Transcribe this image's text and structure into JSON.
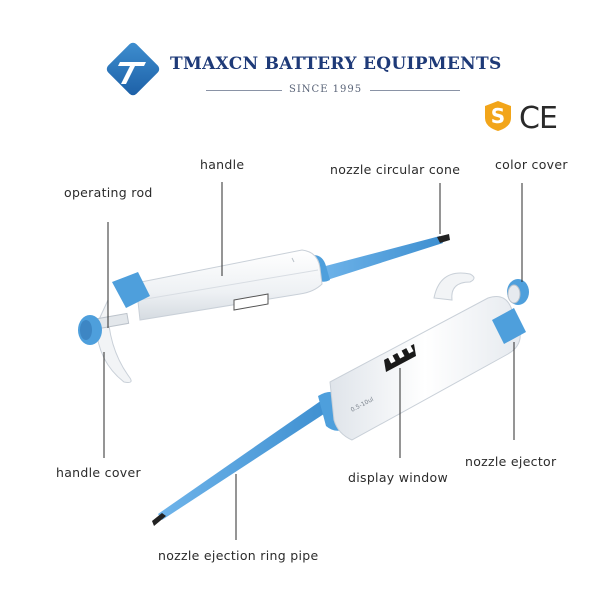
{
  "brand": {
    "name": "TMAXCN BATTERY EQUIPMENTS",
    "since": "SINCE 1995",
    "logo_icon": "tmaxcn-logo-icon",
    "colors": {
      "navy": "#1e3a78",
      "blue": "#1f72b8"
    }
  },
  "certifications": {
    "ce": "CE",
    "food_safety_icon": "food-safety-mark-icon",
    "food_safety_color": "#f2a51a"
  },
  "product_colors": {
    "accent_blue": "#4e9fdc",
    "body_white": "#f4f6f8",
    "tip_black": "#222222"
  },
  "labels": {
    "handle": "handle",
    "operating_rod": "operating rod",
    "nozzle_circular_cone": "nozzle circular cone",
    "color_cover": "color cover",
    "handle_cover": "handle cover",
    "display_window": "display window",
    "nozzle_ejector": "nozzle ejector",
    "nozzle_ejection_ring_pipe": "nozzle ejection ring pipe"
  },
  "body_text": {
    "volume_mark": "0.5-10ul"
  }
}
